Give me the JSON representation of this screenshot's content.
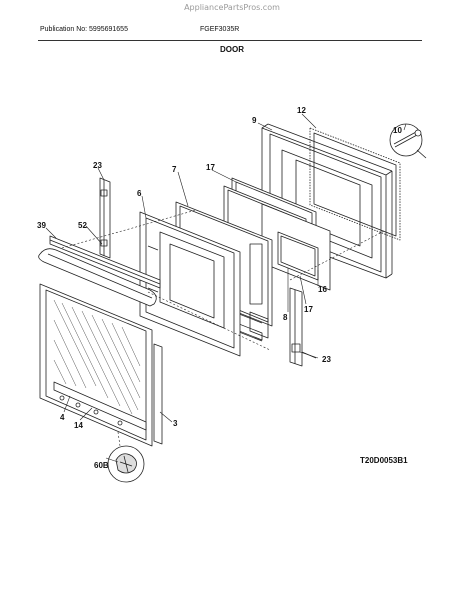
{
  "header": {
    "watermark": "AppliancePartsPros.com",
    "publication": "Publication No: 5995691655",
    "model": "FGEF3035R",
    "section_title": "DOOR"
  },
  "diagram_code": "T20D0053B1",
  "parts": {
    "p12": "12",
    "p9": "9",
    "p10": "10",
    "p17a": "17",
    "p7": "7",
    "p23a": "23",
    "p6": "6",
    "p52": "52",
    "p39": "39",
    "p16": "16",
    "p8": "8",
    "p17b": "17",
    "p23b": "23",
    "p4": "4",
    "p14": "14",
    "p3": "3",
    "p60b": "60B"
  }
}
